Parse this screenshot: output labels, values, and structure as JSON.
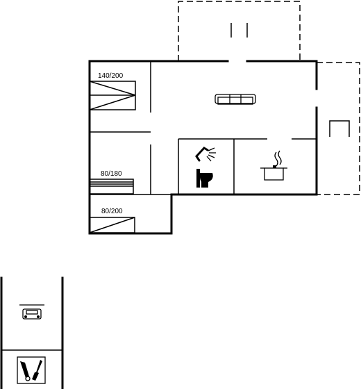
{
  "rooms": {
    "bedroom_top": {
      "bed_label": "140/200"
    },
    "bedroom_middle": {
      "bed_label": "80/180"
    },
    "bedroom_bottom": {
      "bed_label": "80/200"
    }
  },
  "icons": {
    "living": "sofa-icon",
    "bathroom_shower": "shower-icon",
    "bathroom_toilet": "toilet-icon",
    "kitchen": "cooking-pot-icon",
    "terrace": "chair-icon",
    "outbuilding_top": "car-icon",
    "outbuilding_bottom": "tools-icon"
  },
  "colors": {
    "line": "#000000",
    "background": "#ffffff"
  }
}
